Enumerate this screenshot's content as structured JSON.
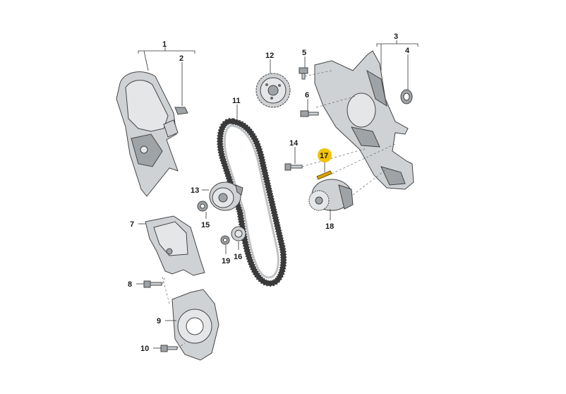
{
  "callouts": [
    {
      "id": "1",
      "highlight": false
    },
    {
      "id": "2",
      "highlight": false
    },
    {
      "id": "3",
      "highlight": false
    },
    {
      "id": "4",
      "highlight": false
    },
    {
      "id": "5",
      "highlight": false
    },
    {
      "id": "6",
      "highlight": false
    },
    {
      "id": "7",
      "highlight": false
    },
    {
      "id": "8",
      "highlight": false
    },
    {
      "id": "9",
      "highlight": false
    },
    {
      "id": "10",
      "highlight": false
    },
    {
      "id": "11",
      "highlight": false
    },
    {
      "id": "12",
      "highlight": false
    },
    {
      "id": "13",
      "highlight": false
    },
    {
      "id": "14",
      "highlight": false
    },
    {
      "id": "15",
      "highlight": false
    },
    {
      "id": "16",
      "highlight": false
    },
    {
      "id": "17",
      "highlight": true
    },
    {
      "id": "18",
      "highlight": false
    },
    {
      "id": "19",
      "highlight": false
    }
  ],
  "colors": {
    "highlight": "#f2c300",
    "line": "#333333",
    "part": "#cfd2d4"
  }
}
